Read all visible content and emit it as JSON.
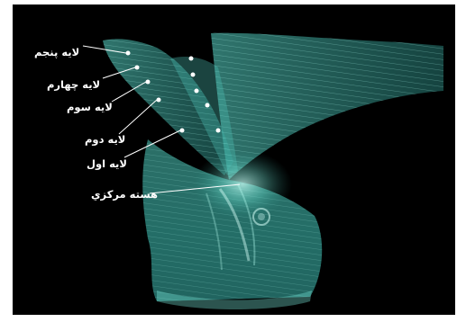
{
  "image": {
    "background_color": "#000000",
    "specimen_color": "#5ce6d6",
    "marker_color": "#ffffff"
  },
  "labels": {
    "layer_5": "لايه پنجم",
    "layer_4": "لايه چهارم",
    "layer_3": "لايه سوم",
    "layer_2": "لايه دوم",
    "layer_1": "لايه اول",
    "central_core": "هسته مركزي"
  }
}
